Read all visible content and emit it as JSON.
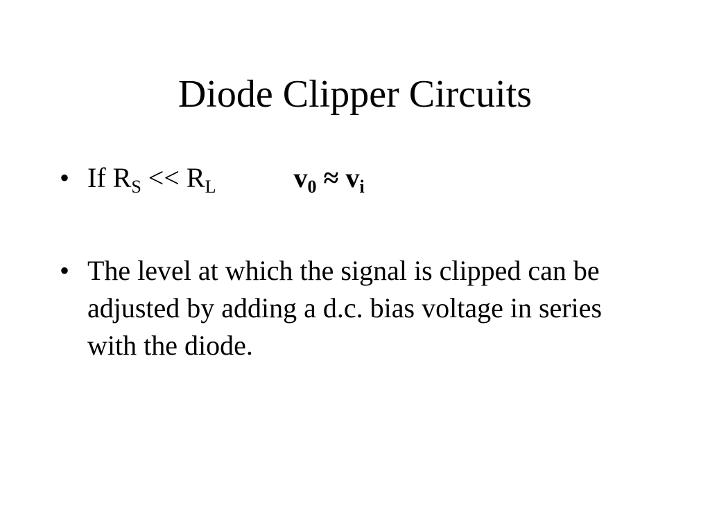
{
  "slide": {
    "title": "Diode Clipper Circuits",
    "bullet_marker": "•",
    "bullets": [
      {
        "condition": {
          "prefix": "If R",
          "sub1": "S",
          "middle": " << R",
          "sub2": "L"
        },
        "formula": {
          "lhs": "v",
          "lhs_sub": "0",
          "operator": " ≈ ",
          "rhs": "v",
          "rhs_sub": "i"
        }
      },
      {
        "text": "The level at which the signal is clipped can be adjusted by adding a d.c. bias voltage in series with the diode."
      }
    ]
  }
}
